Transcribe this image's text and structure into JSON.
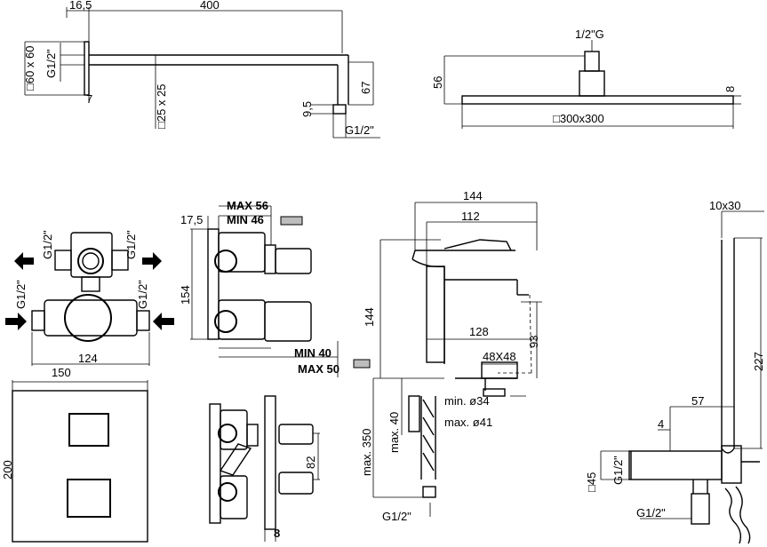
{
  "views": {
    "shower_arm": {
      "d_16_5": "16,5",
      "d_400": "400",
      "d_60x60": "□60 x 60",
      "d_thread": "G1/2\"",
      "d_7": "7",
      "d_25x25": "□25 x 25",
      "d_9_5": "9,5",
      "d_67": "67",
      "d_outlet": "G1/2\""
    },
    "shower_head": {
      "d_half_g": "1/2\"G",
      "d_56": "56",
      "d_8": "8",
      "d_size": "□300x300"
    },
    "valve_top": {
      "d_g_tl": "G1/2\"",
      "d_g_tr": "G1/2\"",
      "d_g_ml": "G1/2\"",
      "d_g_mr": "G1/2\"",
      "d_124": "124"
    },
    "valve_side": {
      "d_max56": "MAX 56",
      "d_min46": "MIN 46",
      "d_17_5": "17,5",
      "d_154": "154",
      "d_min40": "MIN 40",
      "d_max50": "MAX 50"
    },
    "valve_front": {
      "d_150": "150",
      "d_200": "200"
    },
    "valve_diverter": {
      "d_82": "82",
      "d_8": "8"
    },
    "mixer": {
      "d_144_top": "144",
      "d_112": "112",
      "d_144_side": "144",
      "d_128": "128",
      "d_93": "93",
      "d_48x48": "48X48",
      "d_min34": "min. ø34",
      "d_max41": "max. ø41",
      "d_max40": "max. 40",
      "d_max350": "max. 350",
      "d_g_bottom": "G1/2\""
    },
    "hand_shower": {
      "d_10x30": "10x30",
      "d_227": "227",
      "d_57": "57",
      "d_4": "4",
      "d_45": "□45",
      "d_g_conn": "G1/2\"",
      "d_g_bottom": "G1/2\""
    }
  }
}
